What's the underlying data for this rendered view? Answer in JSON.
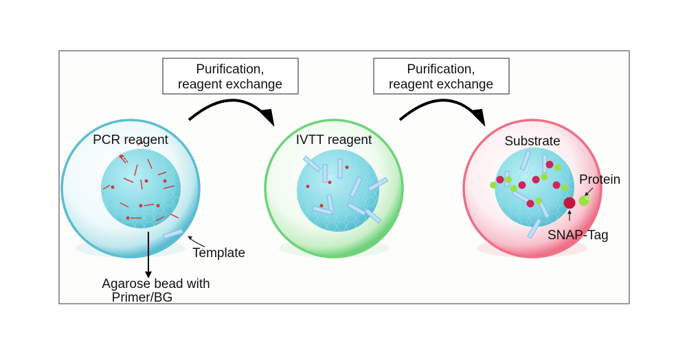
{
  "steps": [
    {
      "label_line1": "Purification,",
      "label_line2": "reagent exchange"
    },
    {
      "label_line1": "Purification,",
      "label_line2": "reagent exchange"
    }
  ],
  "droplets": [
    {
      "title": "PCR reagent",
      "color": "#5bbdd0"
    },
    {
      "title": "IVTT reagent",
      "color": "#6fd27a"
    },
    {
      "title": "Substrate",
      "color": "#ee6f86"
    }
  ],
  "labels": {
    "template": "Template",
    "bead_line1": "Agarose bead with",
    "bead_line2": "Primer/BG",
    "protein": "Protein",
    "snap_tag": "SNAP-Tag"
  },
  "colors": {
    "bead": "#7fd6e3",
    "dna_blue": "#7fb9e8",
    "primer_red": "#d23a3a",
    "snap_magenta": "#d1245a",
    "protein_green": "#9be046"
  }
}
